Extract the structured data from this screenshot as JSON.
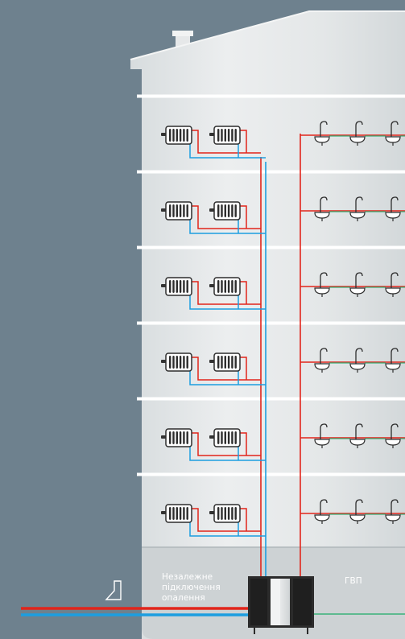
{
  "labels": {
    "heating_line1": "Незалежне",
    "heating_line2": "підключення",
    "heating_line3": "опалення",
    "dhw": "ГВП"
  },
  "diagram": {
    "floors": 6,
    "radiators_per_floor": 2,
    "sinks_per_floor": 3,
    "colors": {
      "background": "#6e818e",
      "building": "#e1e4e5",
      "building_shade": "#cfd4d6",
      "basement": "#cdd2d4",
      "floor_slab": "#ffffff",
      "supply_pipe": "#e1251b",
      "return_pipe": "#1c9ee0",
      "cold_water_pipe": "#3ab27a",
      "heat_unit": "#2d2d2d"
    }
  }
}
